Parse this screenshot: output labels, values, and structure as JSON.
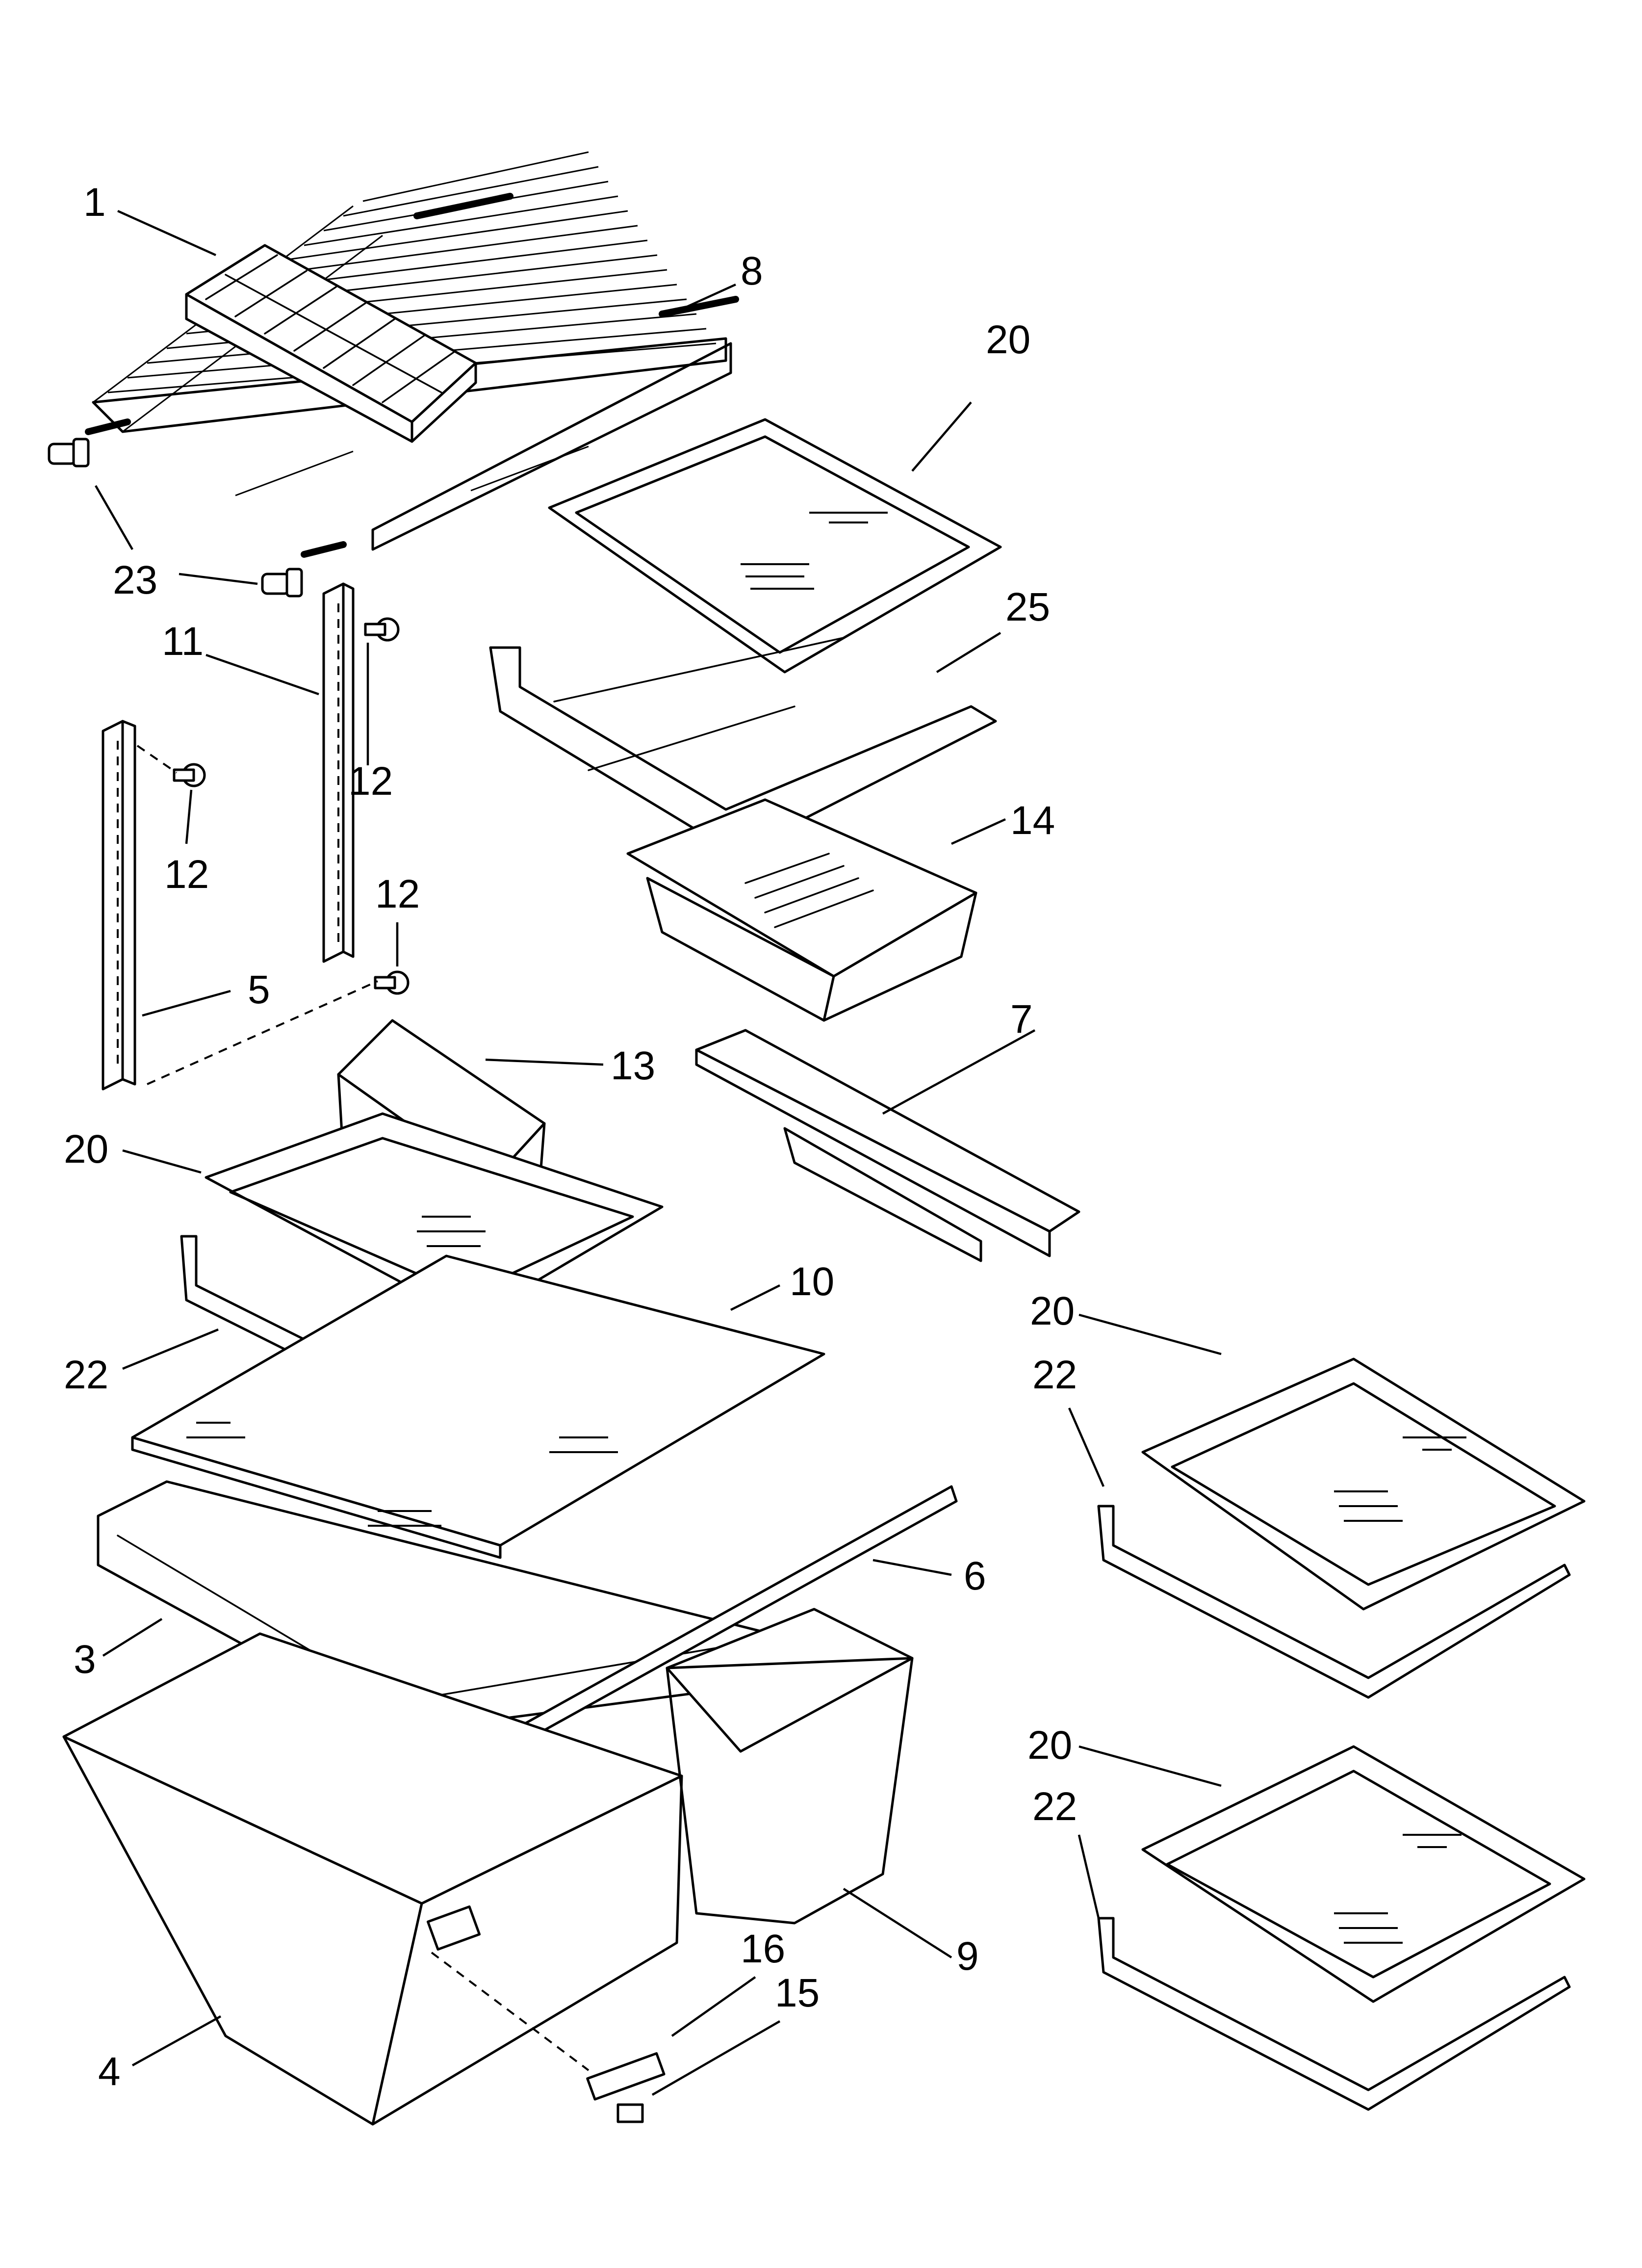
{
  "callouts": [
    {
      "id": "c1",
      "text": "1"
    },
    {
      "id": "c8",
      "text": "8"
    },
    {
      "id": "c20a",
      "text": "20"
    },
    {
      "id": "c23",
      "text": "23"
    },
    {
      "id": "c11",
      "text": "11"
    },
    {
      "id": "c25",
      "text": "25"
    },
    {
      "id": "c12a",
      "text": "12"
    },
    {
      "id": "c12b",
      "text": "12"
    },
    {
      "id": "c12c",
      "text": "12"
    },
    {
      "id": "c14",
      "text": "14"
    },
    {
      "id": "c5",
      "text": "5"
    },
    {
      "id": "c7",
      "text": "7"
    },
    {
      "id": "c13",
      "text": "13"
    },
    {
      "id": "c20b",
      "text": "20"
    },
    {
      "id": "c10",
      "text": "10"
    },
    {
      "id": "c20c",
      "text": "20"
    },
    {
      "id": "c22a",
      "text": "22"
    },
    {
      "id": "c22b",
      "text": "22"
    },
    {
      "id": "c6",
      "text": "6"
    },
    {
      "id": "c3",
      "text": "3"
    },
    {
      "id": "c20d",
      "text": "20"
    },
    {
      "id": "c22c",
      "text": "22"
    },
    {
      "id": "c9",
      "text": "9"
    },
    {
      "id": "c16",
      "text": "16"
    },
    {
      "id": "c15",
      "text": "15"
    },
    {
      "id": "c4",
      "text": "4"
    }
  ]
}
